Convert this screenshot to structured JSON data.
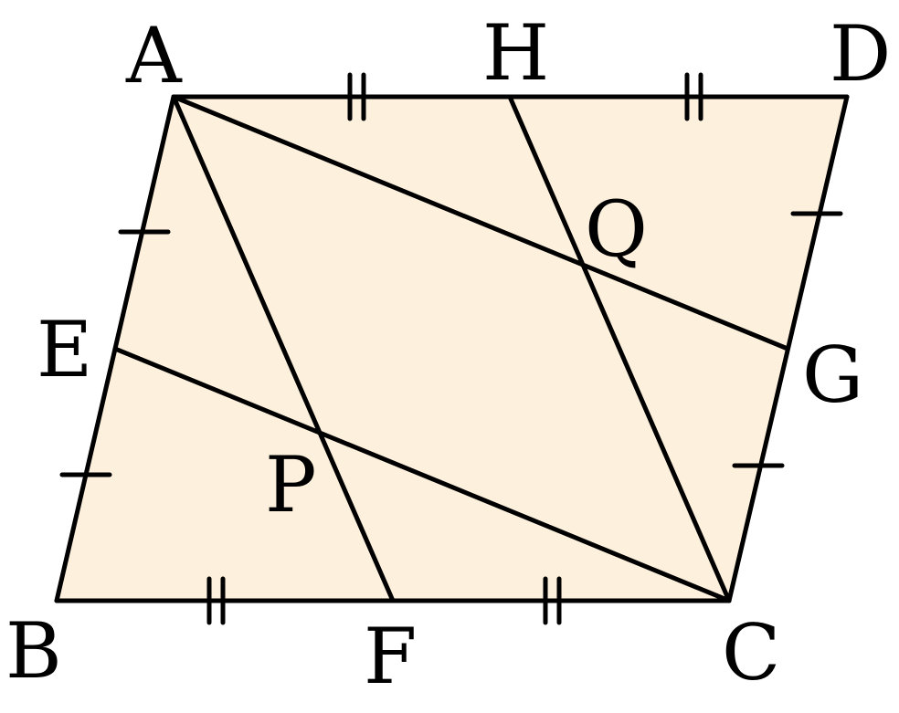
{
  "colors": {
    "fill": "#fdf0dc",
    "stroke": "#000000"
  },
  "points": {
    "A": "A",
    "B": "B",
    "C": "C",
    "D": "D",
    "E": "E",
    "F": "F",
    "G": "G",
    "H": "H",
    "P": "P",
    "Q": "Q"
  },
  "segments": [
    "AB",
    "BC",
    "CD",
    "DA",
    "AF",
    "EC",
    "AG",
    "HC"
  ],
  "tick_marks": {
    "single": [
      "AE",
      "EB",
      "DG",
      "GC"
    ],
    "double": [
      "AH",
      "HD",
      "BF",
      "FC"
    ]
  }
}
